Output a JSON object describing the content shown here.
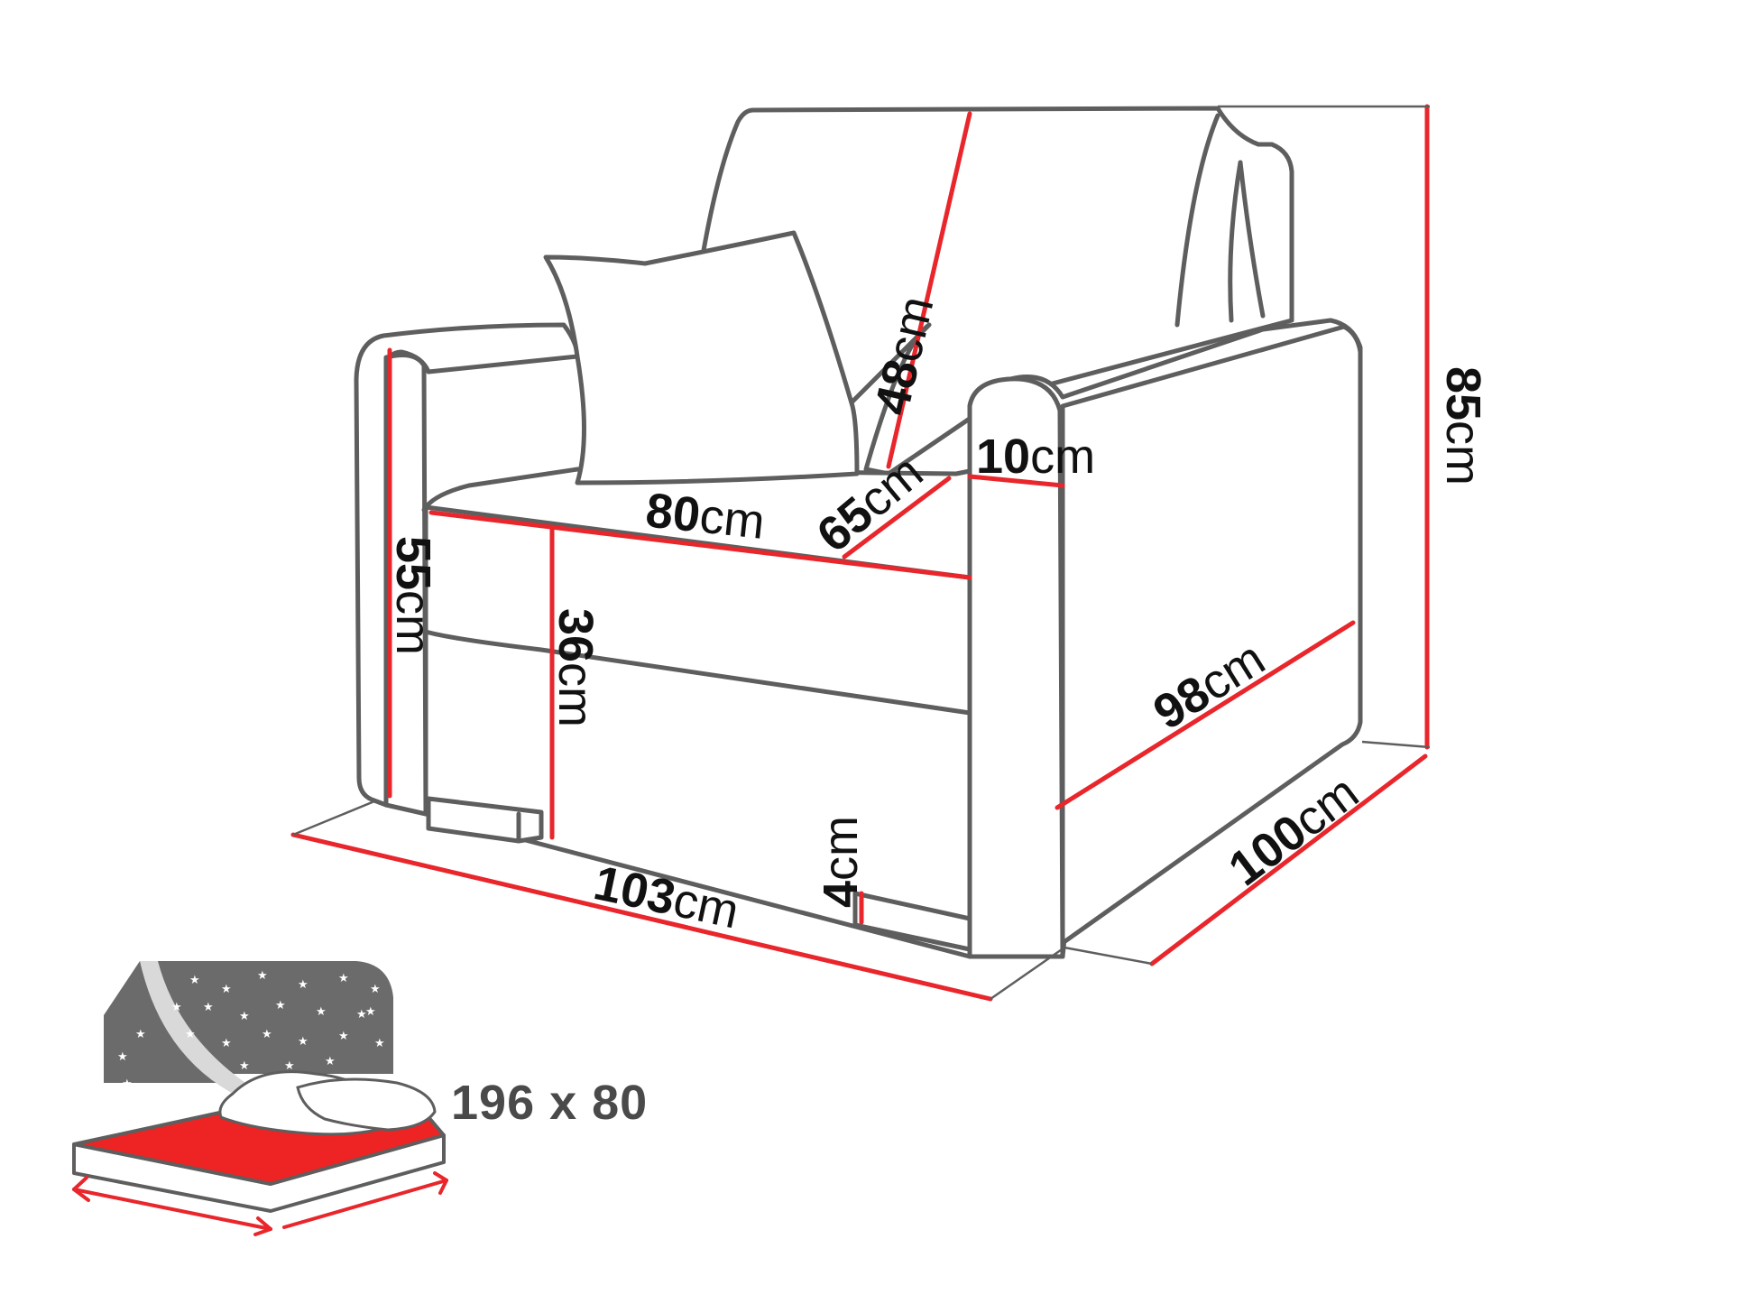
{
  "colors": {
    "outline": "#5e5e5e",
    "dimension": "#e8262b",
    "text": "#111111",
    "bed_mattress": "#ee2324",
    "bed_backdrop": "#6b6b6b"
  },
  "unit": "cm",
  "dimensions": {
    "backrest": "48",
    "total_height": "85",
    "armrest_width": "10",
    "seat_width": "80",
    "seat_depth": "65",
    "arm_height": "55",
    "seat_height": "36",
    "arm_depth": "98",
    "total_depth": "100",
    "total_width": "103",
    "leg_height": "4"
  },
  "bed": {
    "size_label": "196 x 80"
  },
  "icons": {
    "armchair": "armchair-drawing-icon",
    "bed": "sleeping-bed-icon"
  }
}
